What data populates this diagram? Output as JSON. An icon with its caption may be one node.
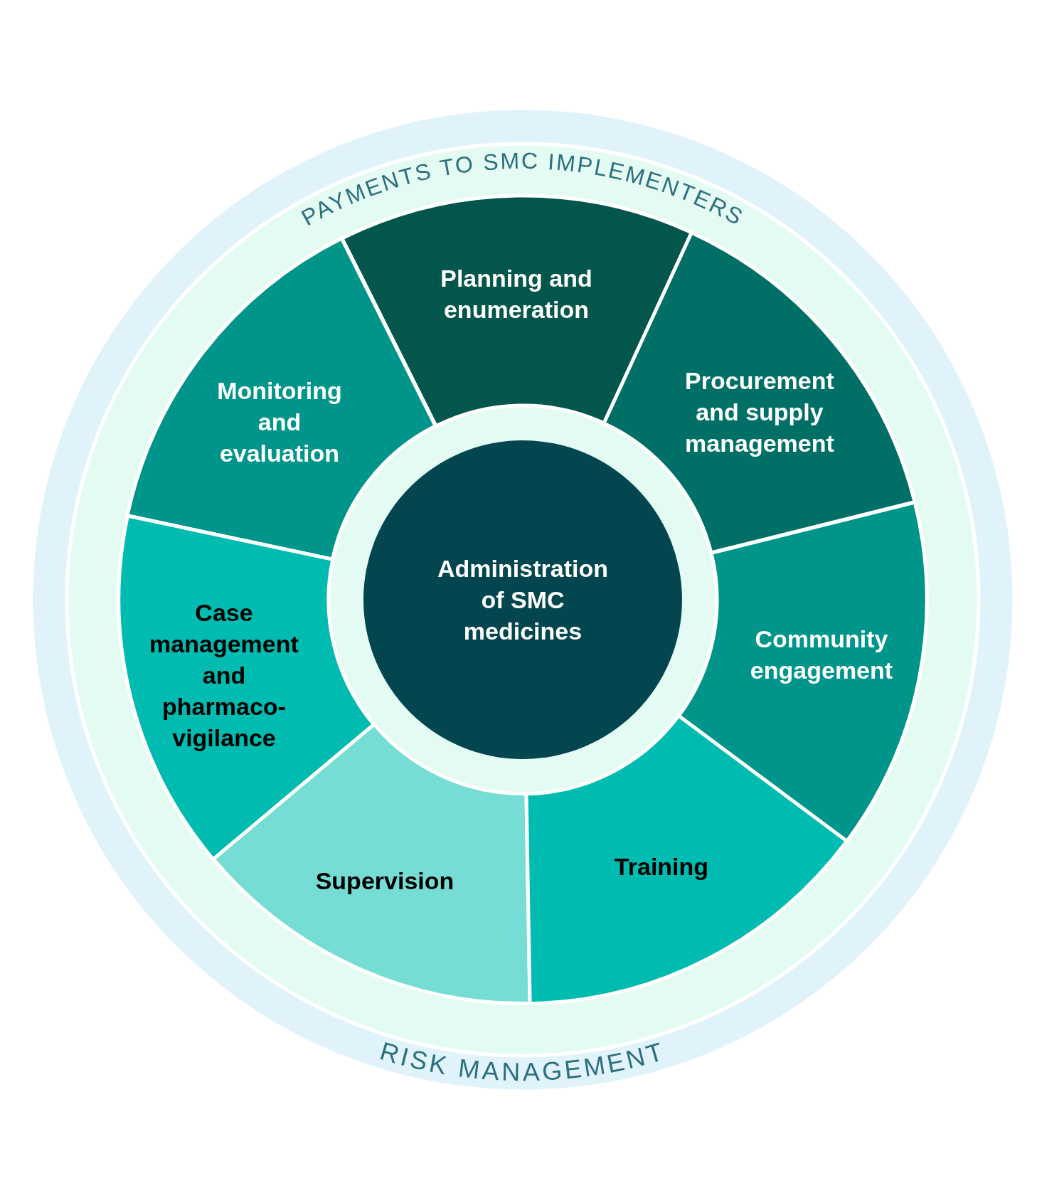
{
  "diagram": {
    "nodes": [
      {
        "text": [
          "RISK MANAGEMENT"
        ]
      },
      {
        "text": [
          "PAYMENTS TO SMC IMPLEMENTERS"
        ],
        "in": 0
      },
      {
        "text": [
          "Planning and enumeration"
        ],
        "in": 1
      },
      {
        "text": [
          "Monitoring and evaluation"
        ],
        "in": 1
      },
      {
        "text": [
          "Procurement and supply management"
        ],
        "in": 1
      },
      {
        "text": [
          "Administration of SMC medicines"
        ],
        "in": 1
      },
      {
        "text": [
          "Case management and pharmaco-vigilance"
        ],
        "in": 1
      },
      {
        "text": [
          "Community engagement"
        ],
        "in": 1
      },
      {
        "text": [
          "Supervision"
        ],
        "in": 1
      },
      {
        "text": [
          "Training"
        ],
        "in": 1
      }
    ]
  }
}
